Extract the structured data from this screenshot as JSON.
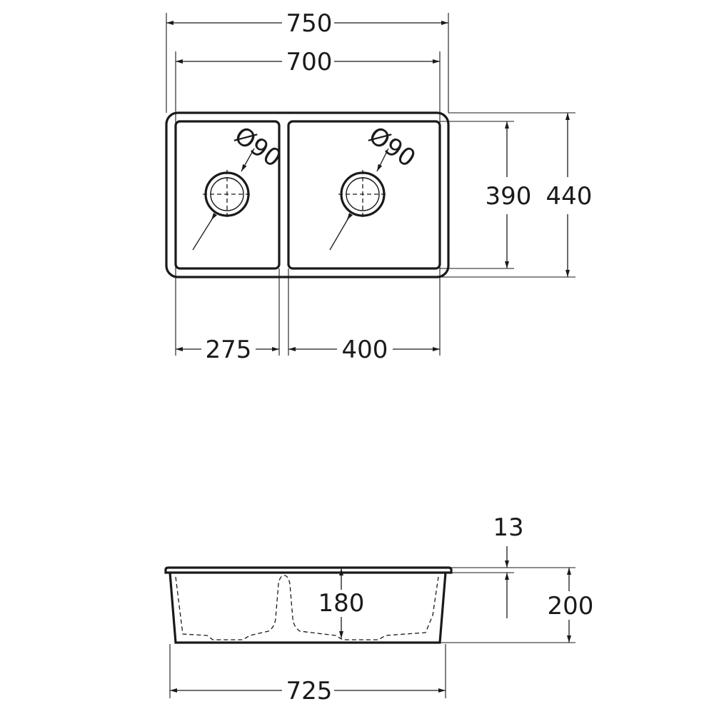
{
  "top_view": {
    "overall_width": "750",
    "inner_width": "700",
    "left_bowl_width": "275",
    "right_bowl_width": "400",
    "bowl_inner_depth": "390",
    "overall_depth": "440",
    "left_drain_diameter": "Ø90",
    "right_drain_diameter": "Ø90"
  },
  "side_view": {
    "rim_thickness": "13",
    "bowl_depth": "180",
    "overall_height": "200",
    "bottom_width": "725"
  },
  "colors": {
    "line": "#1a1a1a",
    "background": "#ffffff"
  }
}
